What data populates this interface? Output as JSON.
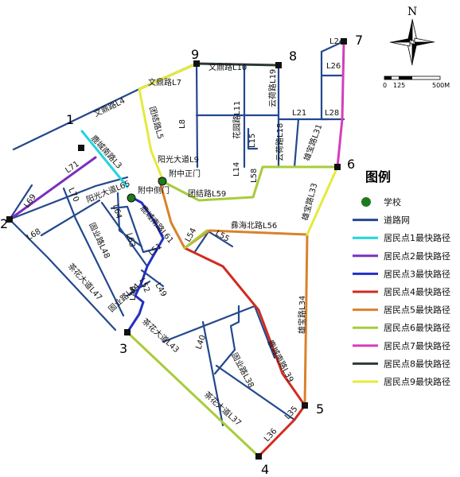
{
  "colors": {
    "road": "#23488f",
    "school": "#1f7a1f",
    "p1": "#22d3e0",
    "p2": "#7b2fbe",
    "p3": "#2230c4",
    "p4": "#d22b1f",
    "p5": "#d9822b",
    "p6": "#a8cc3a",
    "p7": "#d43fbb",
    "p8": "#2b3a35",
    "p9": "#e6ea3a"
  },
  "north_label": "N",
  "scale": {
    "zero": "0",
    "mid": "125",
    "end": "500M"
  },
  "points": [
    {
      "id": "1",
      "color": "#7b2fbe"
    },
    {
      "id": "2",
      "color": "#000000"
    },
    {
      "id": "3",
      "color": "#000000"
    },
    {
      "id": "4",
      "color": "#000000"
    },
    {
      "id": "5",
      "color": "#000000"
    },
    {
      "id": "6",
      "color": "#000000"
    },
    {
      "id": "7",
      "color": "#000000"
    },
    {
      "id": "8",
      "color": "#000000"
    },
    {
      "id": "9",
      "color": "#000000"
    }
  ],
  "school_labels": {
    "main_gate": "附中正门",
    "side_gate": "附中侧门"
  },
  "road_labels": {
    "wending_l4": "文鼎路L4",
    "wending_l7": "文鼎路L7",
    "wending_l10": "文鼎路L10",
    "l24": "L24",
    "l26": "L26",
    "l28": "L28",
    "l21": "L21",
    "l8": "L8",
    "huayuan_l11": "花园路L11",
    "l15": "L15",
    "l14": "L14",
    "l58": "L58",
    "yunhe_l19": "云荷路L19",
    "yunhe_l18": "云荷路L18",
    "xiongbao_l31": "雄宝路L31",
    "xiongbao_l33": "雄宝路L33",
    "xiongbao_l34": "雄宝路L34",
    "tuanjie_l5": "团结路L5",
    "tuanjie_l59": "团结路L59",
    "yangguang_l9": "阳光大道L9",
    "yangguang_l65": "阳光大道L65",
    "lucheng_l3": "鹿城南路L3",
    "lucheng_l61": "鹿城南路L61",
    "lucheng_l39": "鹿城南路L39",
    "l71": "L71",
    "l69": "L69",
    "l70": "L70",
    "l68": "L68",
    "l64": "L64",
    "l63": "L63",
    "l51": "L51",
    "l54": "L54",
    "l55": "L55",
    "yihai_l56": "彝海北路L56",
    "guye_l48": "固业路L48",
    "guye_l44": "固业路L44",
    "guye_l38": "固业路L38",
    "l49": "L49",
    "l46": "L46",
    "l52": "L52",
    "chahua_l47": "茶花大道L47",
    "chahua_l43": "茶花大道L43",
    "chahua_l37": "茶花大道L37",
    "l40": "L40",
    "l36": "L36",
    "l35": "L35"
  },
  "legend": {
    "title": "图例",
    "items": [
      {
        "kind": "dot",
        "color": "#1f7a1f",
        "label": "学校"
      },
      {
        "kind": "line",
        "color": "#23488f",
        "label": "道路网"
      },
      {
        "kind": "line",
        "color": "#22d3e0",
        "label": "居民点1最快路径"
      },
      {
        "kind": "line",
        "color": "#7b2fbe",
        "label": "居民点2最快路径"
      },
      {
        "kind": "line",
        "color": "#2230c4",
        "label": "居民点3最快路径"
      },
      {
        "kind": "line",
        "color": "#d22b1f",
        "label": "居民点4最快路径"
      },
      {
        "kind": "line",
        "color": "#d9822b",
        "label": "居民点5最快路径"
      },
      {
        "kind": "line",
        "color": "#a8cc3a",
        "label": "居民点6最快路径"
      },
      {
        "kind": "line",
        "color": "#d43fbb",
        "label": "居民点7最快路径"
      },
      {
        "kind": "line",
        "color": "#2b3a35",
        "label": "居民点8最快路径"
      },
      {
        "kind": "line",
        "color": "#e6ea3a",
        "label": "居民点9最快路径"
      }
    ]
  }
}
